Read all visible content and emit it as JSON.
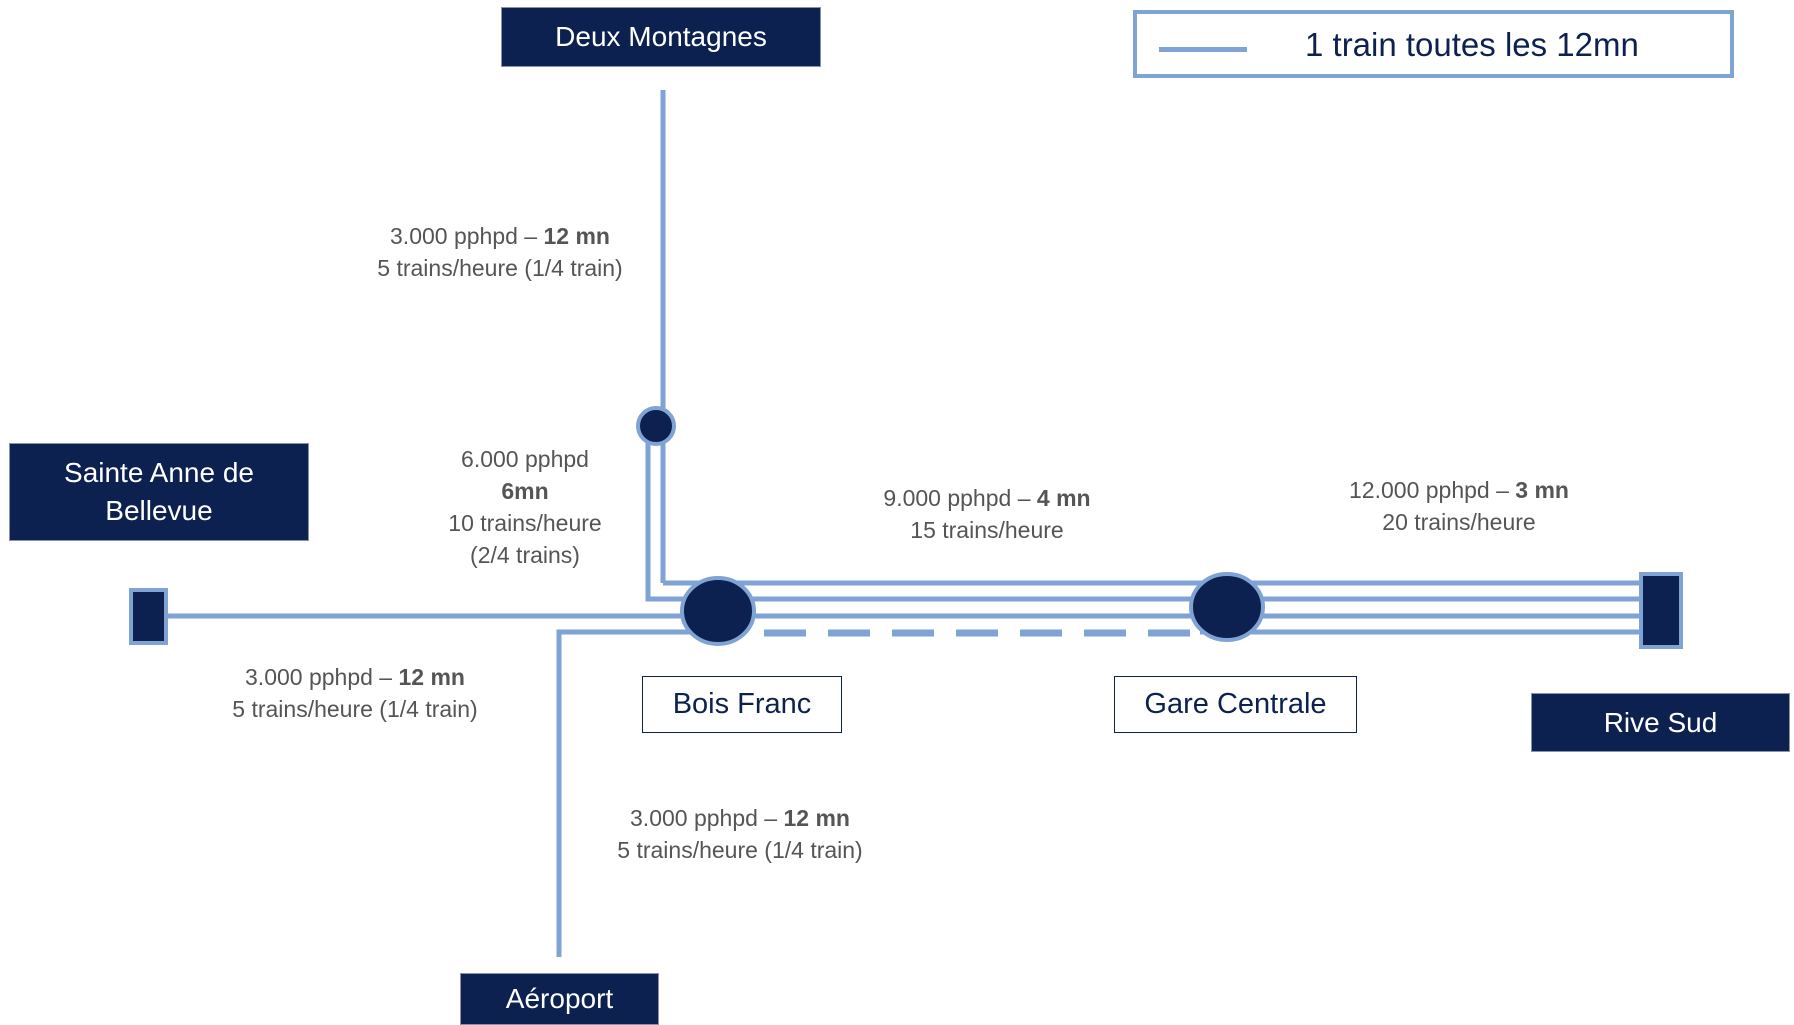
{
  "stations": {
    "deux_montagnes": "Deux Montagnes",
    "sainte_anne_line1": "Sainte Anne de",
    "sainte_anne_line2": "Bellevue",
    "bois_franc": "Bois Franc",
    "gare_centrale": "Gare Centrale",
    "rive_sud": "Rive Sud",
    "aeroport": "Aéroport"
  },
  "legend": {
    "text": "1 train toutes les 12mn"
  },
  "segments": {
    "deux_montagnes": {
      "demand": "3.000 pphpd – ",
      "headway": "12 mn",
      "trains": "5 trains/heure (1/4 train)"
    },
    "junction": {
      "demand": "6.000 pphpd",
      "headway": "6mn",
      "trains": "10 trains/heure",
      "share": "(2/4 trains)"
    },
    "bois_franc_gare": {
      "demand": "9.000 pphpd – ",
      "headway": "4 mn",
      "trains": "15 trains/heure"
    },
    "gare_rive_sud": {
      "demand": "12.000 pphpd – ",
      "headway": "3 mn",
      "trains": "20 trains/heure"
    },
    "sainte_anne": {
      "demand": "3.000 pphpd – ",
      "headway": "12 mn",
      "trains": "5 trains/heure (1/4 train)"
    },
    "aeroport": {
      "demand": "3.000 pphpd – ",
      "headway": "12 mn",
      "trains": "5 trains/heure (1/4 train)"
    }
  },
  "colors": {
    "line": "#7fa3d4",
    "station_fill": "#0d2150",
    "label_box": "#0d2150",
    "text_gray": "#555555"
  }
}
